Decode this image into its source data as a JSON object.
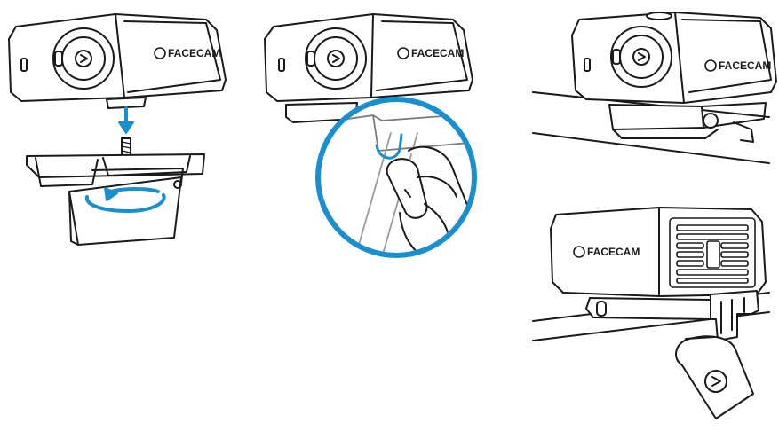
{
  "brand_label": "FACECAM",
  "colors": {
    "line": "#1a1a1a",
    "accent": "#1a8fd0",
    "background": "#ffffff"
  },
  "icons": [
    "elgato-logo-icon",
    "arrow-down-icon",
    "rotate-arrow-icon"
  ],
  "panels": [
    {
      "id": "attach-to-mount"
    },
    {
      "id": "unfold-clip"
    },
    {
      "id": "mounted-front"
    },
    {
      "id": "mounted-rear"
    }
  ]
}
